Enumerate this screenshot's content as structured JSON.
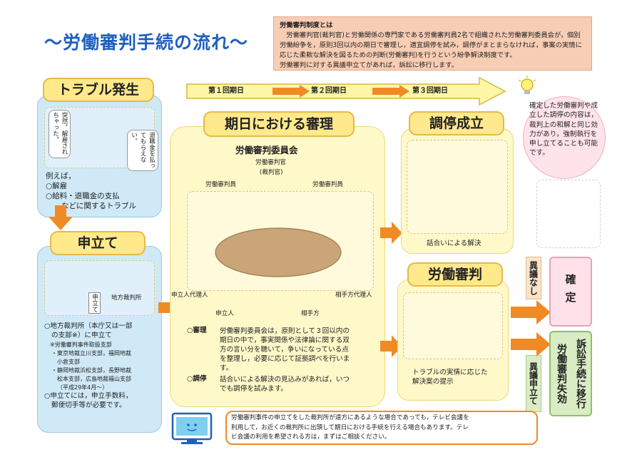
{
  "title": "〜労働審判手続の流れ〜",
  "intro": {
    "heading": "労働審判制度とは",
    "body": "労働審判官(裁判官)と労働関係の専門家である労働審判員2名で組織された労働審判委員会が，個別労働紛争を，原則3回以内の期日で審理し，適宜調停を試み，調停がまとまらなければ，事案の実情に応じた柔軟な解決を図るための判断(労働審判)を行うという紛争解決制度です。",
    "note": "労働審判に対する異議申立てがあれば，訴訟に移行します。"
  },
  "timeline": {
    "d1": "第１回期日",
    "d2": "第２回期日",
    "d3": "第３回期日"
  },
  "trouble": {
    "title": "トラブル発生",
    "bubble1": "突然，解雇されちゃった。",
    "bubble2": "退職金を払ってもらえない。",
    "examples": [
      "例えば，",
      "○解雇",
      "○給料・退職金の支払",
      "などに関するトラブル"
    ]
  },
  "filing": {
    "title": "申立て",
    "court_label": "地方裁判所",
    "doc_label": "申立て",
    "lines": [
      "○地方裁判所（本庁又は一部",
      "の支部※）に申立て",
      "※労働審判事件取扱支部",
      "・東京地裁立川支部，福岡地裁",
      "小倉支部",
      "・静岡地裁浜松支部，長野地裁",
      "松本支部，広島地裁福山支部",
      "（平成29年4月〜）",
      "○申立てには，申立手数料，",
      "郵便切手等が必要です。"
    ]
  },
  "hearing": {
    "title": "期日における審理",
    "committee": "労働審判委員会",
    "judge": "労働審判官",
    "judge_sub": "(裁判官)",
    "member_left": "労働審判員",
    "member_right": "労働審判員",
    "applicant_agent": "申立人代理人",
    "respondent_agent": "相手方代理人",
    "applicant": "申立人",
    "respondent": "相手方",
    "review_term": "○審理",
    "review_lines": [
      "労働審判委員会は，原則として３回以内の",
      "期日の中で，事実関係や法律論に関する双",
      "方の言い分を聴いて，争いになっている点",
      "を整理し，必要に応じて証拠調べを行いま",
      "す。"
    ],
    "mediation_term": "○調停",
    "mediation_lines": [
      "話合いによる解決の見込みがあれば，いつ",
      "でも調停を試みます。"
    ]
  },
  "mediation": {
    "title": "調停成立",
    "caption": "話合いによる解決"
  },
  "ruling": {
    "title": "労働審判",
    "caption_lines": [
      "トラブルの実情に応じた",
      "解決案の提示"
    ]
  },
  "final": {
    "note": "確定した労働審判や成立した調停の内容は，裁判上の和解と同じ効力があり，強制執行を申し立てることも可能です。",
    "no_objection": "異議なし",
    "confirmed": "確定",
    "objection": "異議申立て",
    "lawsuit": "訴訟手続に移行",
    "lapse": "労働審判失効"
  },
  "tv": {
    "lines": [
      "労働審判事件の申立てをした裁判所が遠方にあるような場合であっても，テレビ会議を",
      "利用して，お近くの裁判所に出頭して期日における手続を行える場合もあります。テレ",
      "ビ会議の利用を希望される方は，まずはご相談ください。"
    ]
  },
  "colors": {
    "title_blue": "#1f5fbf",
    "arrow_orange": "#f08a24",
    "panel_yellow": "#fff8c9",
    "panel_blue": "#cfe9f7",
    "header_yellow": "#ffe98a"
  }
}
